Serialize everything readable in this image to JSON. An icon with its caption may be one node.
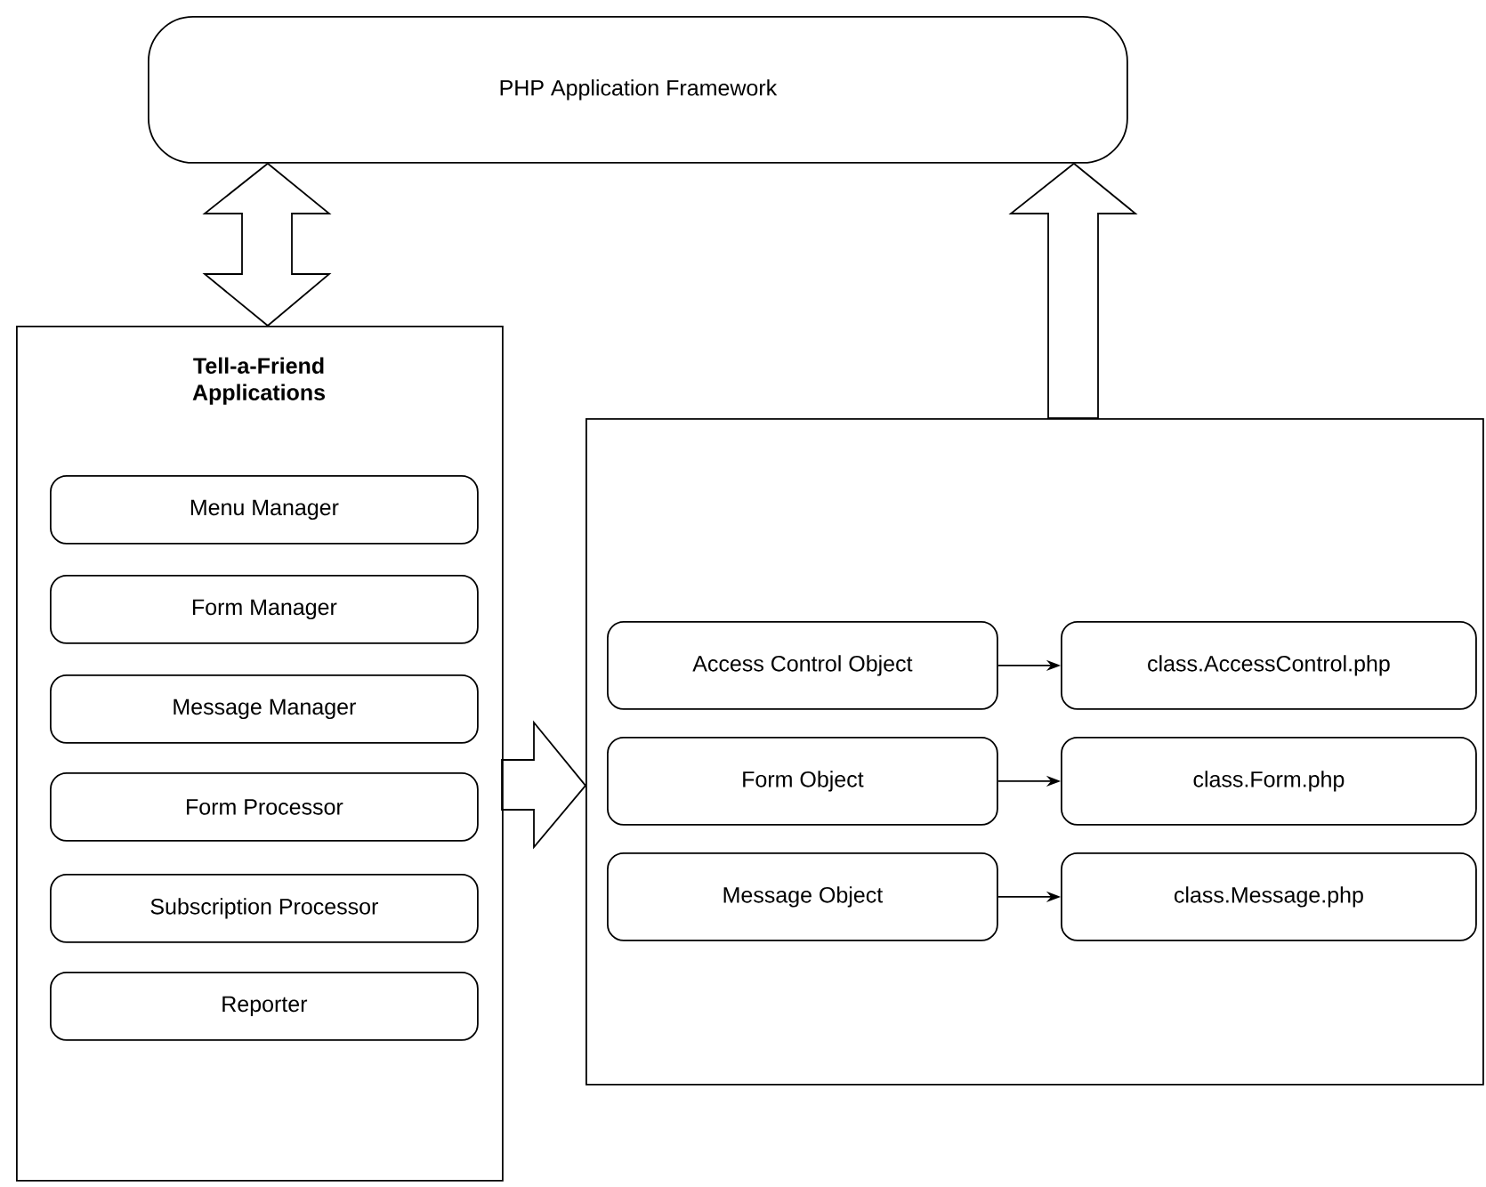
{
  "diagram": {
    "nodes": [
      {
        "text": [
          "PHP Application Framework"
        ]
      },
      {
        "text": [
          "Tell-a-Friend Applications"
        ]
      },
      {
        "text": [
          "Menu Manager"
        ],
        "in": 1
      },
      {
        "text": [
          "Form Manager"
        ],
        "in": 1
      },
      {
        "text": [
          "Message Manager"
        ],
        "in": 1
      },
      {
        "text": [
          "Form Processor"
        ],
        "in": 1
      },
      {
        "text": [
          "Subscription Processor"
        ],
        "in": 1
      },
      {
        "text": [
          "Reporter"
        ],
        "in": 1
      },
      {
        "text": [],
        "shape": "box"
      },
      {
        "text": [
          "Access Control Object"
        ],
        "in": 8
      },
      {
        "text": [
          "class.AccessControl.php"
        ],
        "in": 8
      },
      {
        "text": [
          "Form Object"
        ],
        "in": 8
      },
      {
        "text": [
          "class.Form.php"
        ],
        "in": 8
      },
      {
        "text": [
          "Message Object"
        ],
        "in": 8
      },
      {
        "text": [
          "class.Message.php"
        ],
        "in": 8
      }
    ],
    "edges": [
      {
        "from": 0,
        "to": 1,
        "arrow": "both",
        "style": "thick"
      },
      {
        "from": 8,
        "to": 0,
        "arrow": "to",
        "style": "thick"
      },
      {
        "from": 1,
        "to": 8,
        "arrow": "to",
        "style": "thick"
      },
      {
        "from": 9,
        "to": 10,
        "arrow": "to"
      },
      {
        "from": 11,
        "to": 12,
        "arrow": "to"
      },
      {
        "from": 13,
        "to": 14,
        "arrow": "to"
      }
    ]
  }
}
